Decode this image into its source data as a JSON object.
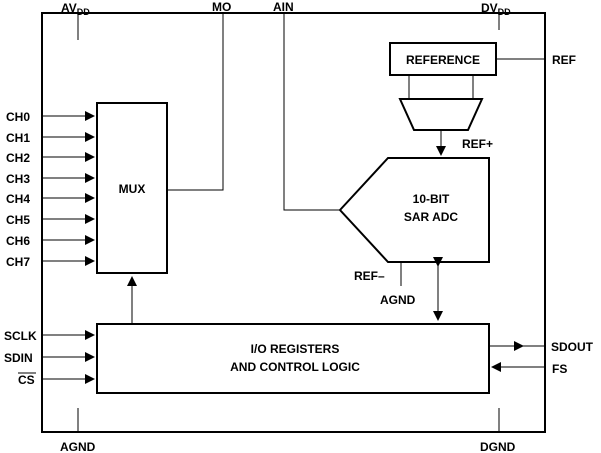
{
  "pins": {
    "top": {
      "avdd": {
        "main": "AV",
        "sub": "DD"
      },
      "mo": "MO",
      "ain": "AIN",
      "dvdd": {
        "main": "DV",
        "sub": "DD"
      }
    },
    "right": {
      "ref": "REF",
      "sdout": "SDOUT",
      "fs": "FS"
    },
    "bottom": {
      "agnd": "AGND",
      "dgnd": "DGND"
    },
    "left": {
      "channels": [
        "CH0",
        "CH1",
        "CH2",
        "CH3",
        "CH4",
        "CH5",
        "CH6",
        "CH7"
      ],
      "sclk": "SCLK",
      "sdin": "SDIN",
      "cs": "CS"
    }
  },
  "blocks": {
    "mux": "MUX",
    "reference": "REFERENCE",
    "adc": {
      "line1": "10-BIT",
      "line2": "SAR ADC"
    },
    "io": {
      "line1": "I/O REGISTERS",
      "line2": "AND CONTROL LOGIC"
    }
  },
  "internal_labels": {
    "ref_plus": "REF+",
    "ref_minus": "REF–",
    "agnd": "AGND"
  }
}
